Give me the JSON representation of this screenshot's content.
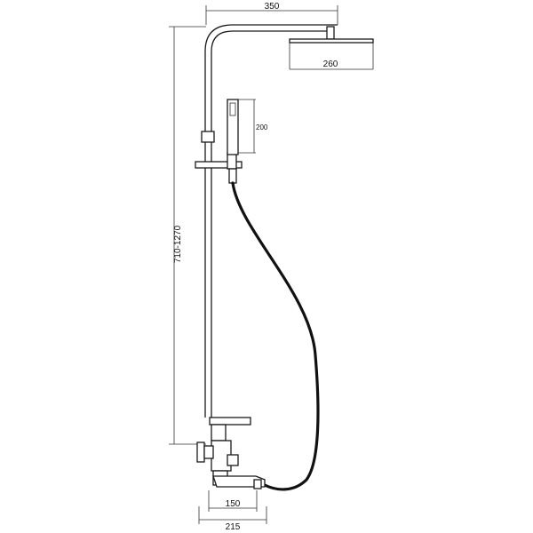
{
  "dimensions": {
    "arm_length": "350",
    "head_width": "260",
    "hand_shower_length": "200",
    "column_height": "710-1270",
    "spout_reach": "150",
    "body_depth": "215"
  }
}
